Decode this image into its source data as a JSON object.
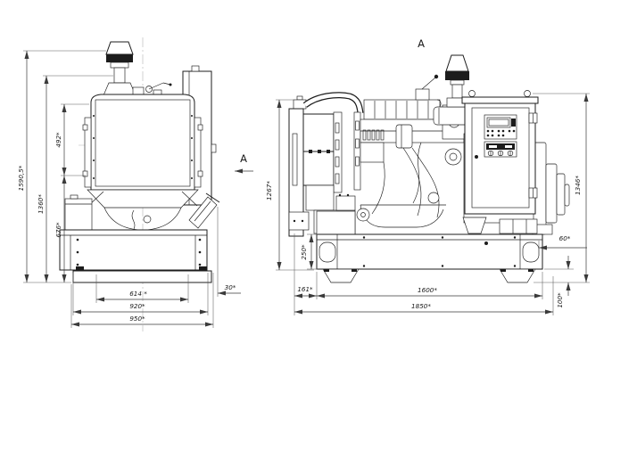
{
  "drawing": {
    "front_view": {
      "view_arrow_label": "A",
      "dim_height_overall": "1590,5*",
      "dim_height_mid": "1360*",
      "dim_radiator_height": "492*",
      "dim_lower_height": "676*",
      "dim_width_inner": "614 *",
      "dim_width_mid": "920*",
      "dim_width_overall": "950*",
      "dim_exhaust_offset": "30*"
    },
    "side_view": {
      "section_label": "A",
      "dim_height_front": "1267*",
      "dim_rail_height": "250*",
      "dim_height_rear": "1346*",
      "dim_lift_hole_offset": "60*",
      "dim_foot_height": "100*",
      "dim_front_overhang": "161*",
      "dim_skid_length": "1600*",
      "dim_length_overall": "1850*"
    },
    "colors": {
      "line": "#1c1c1c",
      "dim_line": "#3a3a3a",
      "text": "#1a1a1a"
    }
  }
}
